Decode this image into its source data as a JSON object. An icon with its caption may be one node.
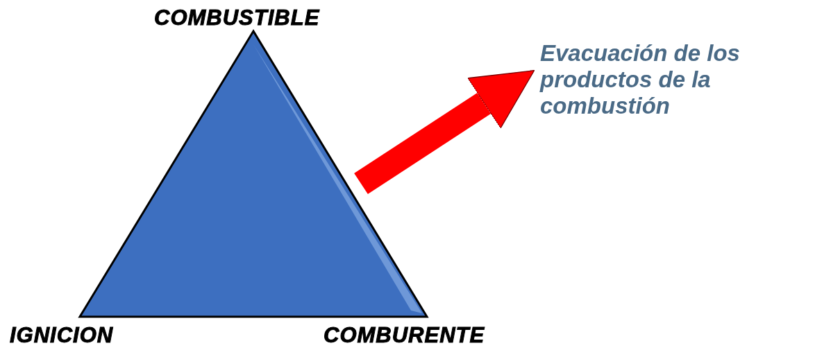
{
  "diagram": {
    "nodes": [
      {
        "text": [],
        "shape": "triangle",
        "beside": [
          "COMBUSTIBLE",
          "IGNICION",
          "COMBURENTE"
        ]
      },
      {
        "text": [
          "Evacuación de los productos de la combustión"
        ]
      }
    ],
    "edges": [
      {
        "from": 0,
        "to": 1,
        "arrow": "to",
        "color": "#ff0000"
      }
    ]
  }
}
